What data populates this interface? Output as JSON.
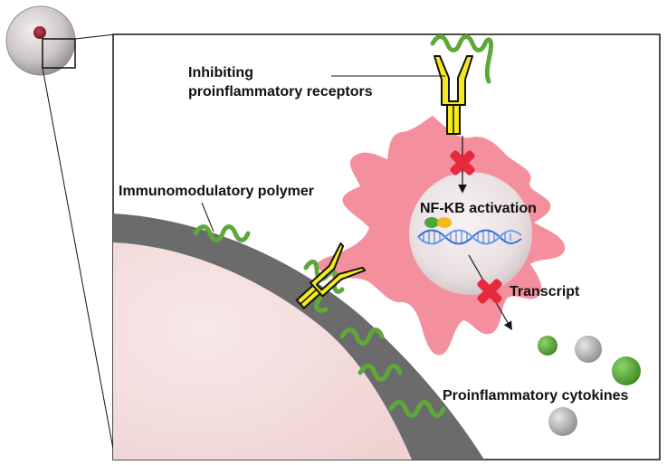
{
  "labels": {
    "inhibiting_line1": "Inhibiting",
    "inhibiting_line2": "proinflammatory receptors",
    "polymer": "Immunomodulatory polymer",
    "nfkb": "NF-KB activation",
    "transcript": "Transcript",
    "cytokines": "Proinflammatory cytokines"
  },
  "colors": {
    "cell": "#f4909e",
    "polymer": "#5ea83a",
    "receptor": "#f4ea1e",
    "particle_shell": "#6b6b6b",
    "particle_core": "#f3dcdc",
    "inhibit_x": "#e8283c",
    "dna": "#3a6fd8",
    "cytokine_green": "#55a838",
    "cytokine_gray": "#aaaaaa"
  },
  "icons": {
    "inhibit": "red-x-icon",
    "dna": "dna-helix-icon"
  }
}
